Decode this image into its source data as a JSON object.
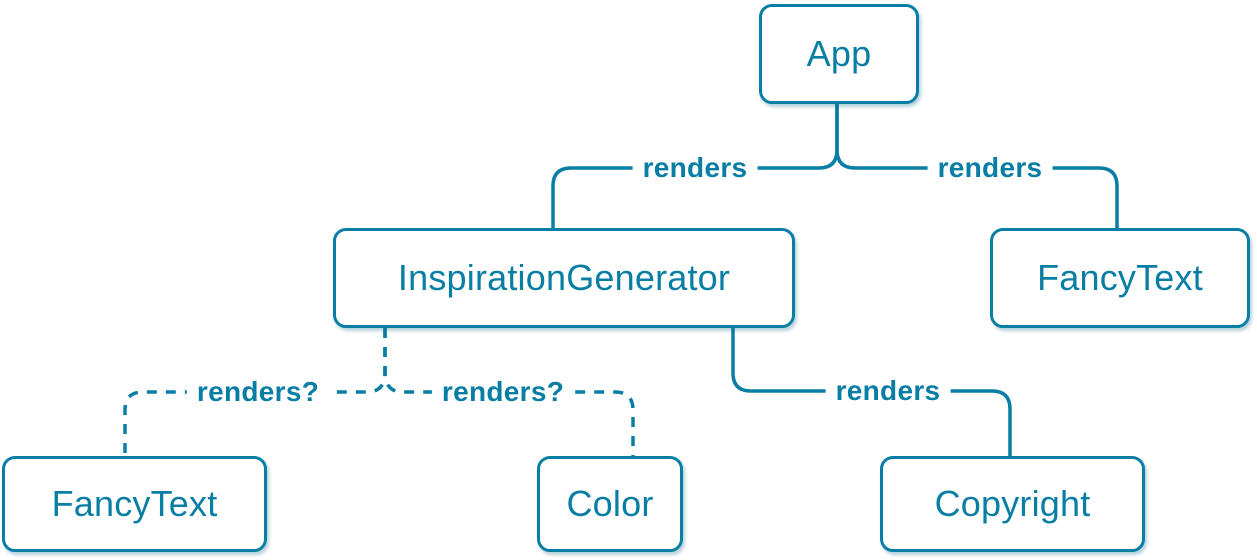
{
  "diagram": {
    "type": "component-tree",
    "nodes": [
      {
        "id": "app",
        "label": "App"
      },
      {
        "id": "inspiration-generator",
        "label": "InspirationGenerator"
      },
      {
        "id": "fancy-text-top",
        "label": "FancyText"
      },
      {
        "id": "fancy-text-bottom",
        "label": "FancyText"
      },
      {
        "id": "color",
        "label": "Color"
      },
      {
        "id": "copyright",
        "label": "Copyright"
      }
    ],
    "edges": [
      {
        "from": "App",
        "to": "InspirationGenerator",
        "label": "renders",
        "style": "solid"
      },
      {
        "from": "App",
        "to": "FancyText",
        "label": "renders",
        "style": "solid"
      },
      {
        "from": "InspirationGenerator",
        "to": "Copyright",
        "label": "renders",
        "style": "solid"
      },
      {
        "from": "InspirationGenerator",
        "to": "FancyText",
        "label": "renders?",
        "style": "dashed"
      },
      {
        "from": "InspirationGenerator",
        "to": "Color",
        "label": "renders?",
        "style": "dashed"
      }
    ],
    "colors": {
      "accent": "#087EA4",
      "node_fill": "#FFFFFF",
      "background": "#FFFFFF"
    }
  }
}
